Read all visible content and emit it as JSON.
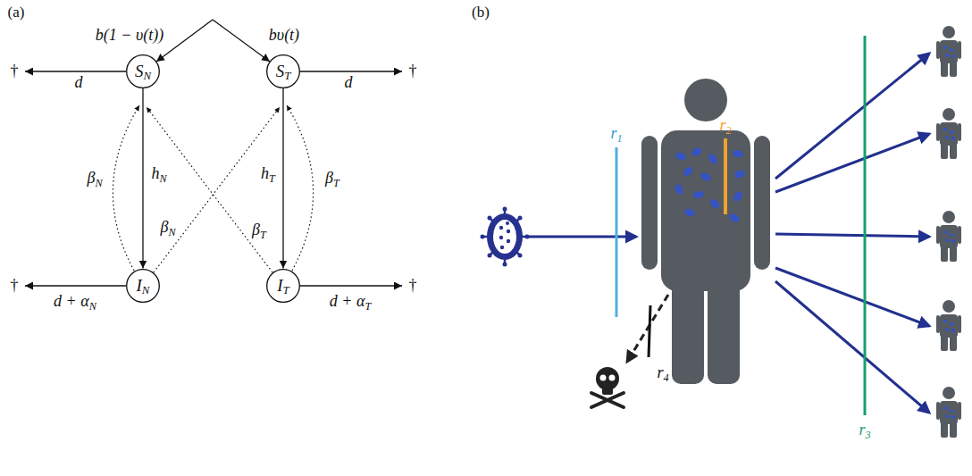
{
  "diagram": {
    "nodes": [
      {
        "text": [
          "SN"
        ]
      },
      {
        "text": [
          "ST"
        ]
      },
      {
        "text": [
          "IN"
        ]
      },
      {
        "text": [
          "IT"
        ]
      }
    ],
    "edges": [
      {
        "from": 0,
        "to": 2,
        "arrow": "to",
        "label": "hN"
      },
      {
        "from": 1,
        "to": 3,
        "arrow": "to",
        "label": "hT"
      }
    ],
    "labels": [
      "(a)",
      "b(1 − υ(t))",
      "bυ(t)",
      "†",
      "d",
      "d",
      "†",
      "βN",
      "βN",
      "βT",
      "βT",
      "†",
      "d + αN",
      "d + αT",
      "†",
      "(b)",
      "r1",
      "r2",
      "r4",
      "r3"
    ]
  }
}
